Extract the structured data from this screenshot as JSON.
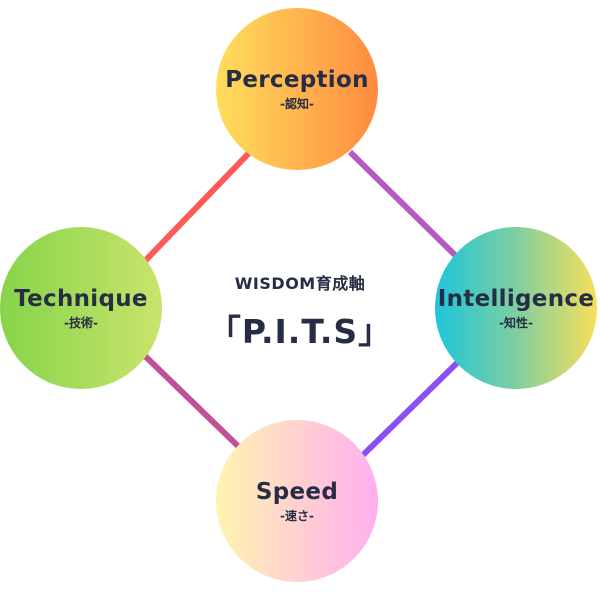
{
  "center": {
    "subtitle": "WISDOM育成軸",
    "title": "「P.I.T.S」"
  },
  "nodes": [
    {
      "title": "Perception",
      "sub": "-認知-"
    },
    {
      "title": "Technique",
      "sub": "-技術-"
    },
    {
      "title": "Intelligence",
      "sub": "-知性-"
    },
    {
      "title": "Speed",
      "sub": "-速さ-"
    }
  ],
  "colors": {
    "text": "#262d45",
    "line_top_left": "#ff5a5a",
    "line_top_right": "#b45ac0",
    "line_bottom_left": "#c0509a",
    "line_bottom_right": "#8a50f0"
  }
}
